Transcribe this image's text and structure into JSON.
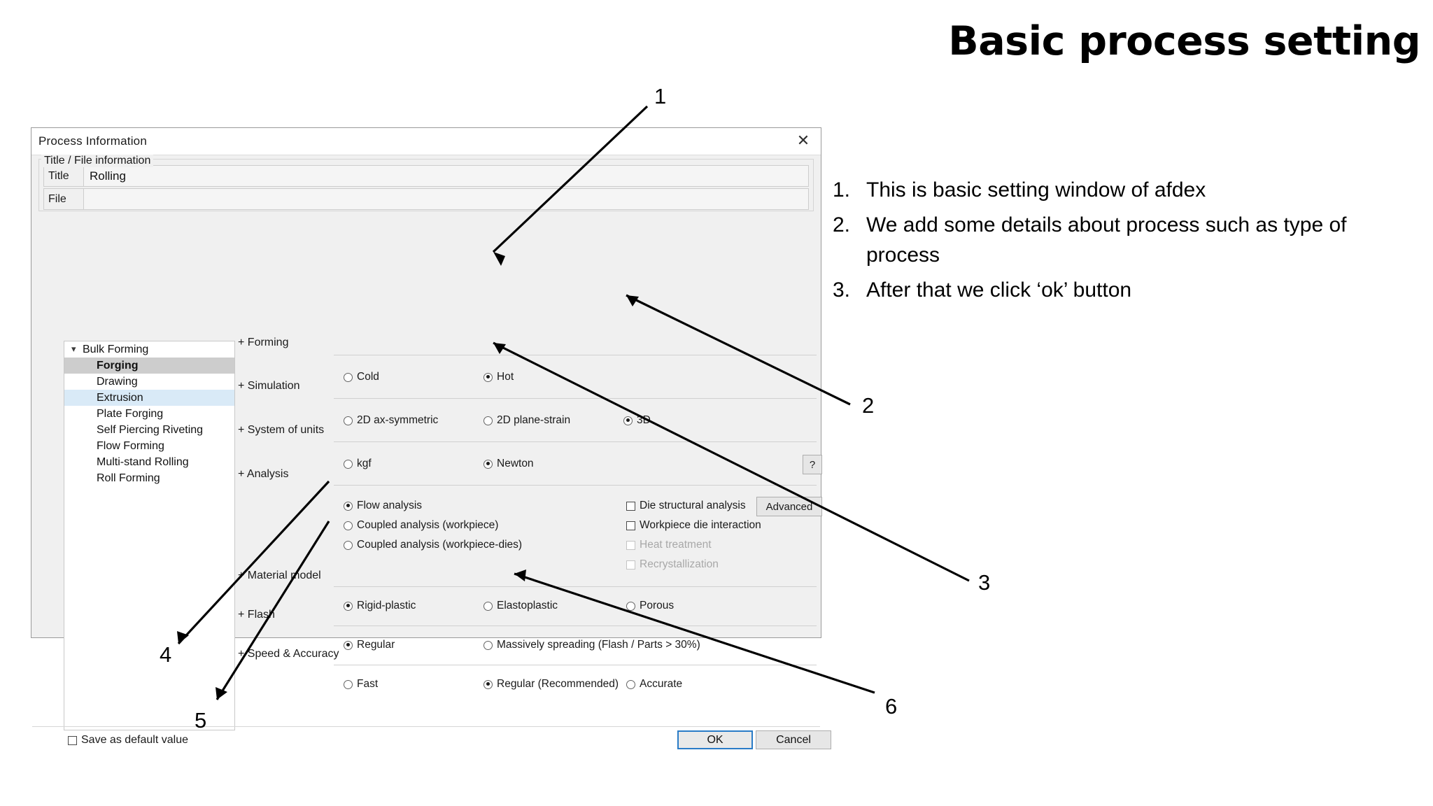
{
  "slide": {
    "title": "Basic process setting",
    "bullets": [
      {
        "num": "1.",
        "text": "This is basic setting window of afdex"
      },
      {
        "num": "2.",
        "text": "We add some details about process such as type of process"
      },
      {
        "num": "3.",
        "text": "After that we click ‘ok’ button"
      }
    ],
    "callouts": [
      {
        "label": "1"
      },
      {
        "label": "2"
      },
      {
        "label": "3"
      },
      {
        "label": "4"
      },
      {
        "label": "5"
      },
      {
        "label": "6"
      }
    ]
  },
  "dialog": {
    "title": "Process Information",
    "close_icon": "close-icon",
    "titlefile": {
      "legend": "Title / File information",
      "title_label": "Title",
      "title_value": "Rolling",
      "file_label": "File",
      "file_value": ""
    },
    "tree": {
      "root": "Bulk Forming",
      "caret_icon": "chevron-down-icon",
      "items": [
        {
          "label": "Forging",
          "state": "selected"
        },
        {
          "label": "Drawing",
          "state": "normal"
        },
        {
          "label": "Extrusion",
          "state": "highlight"
        },
        {
          "label": "Plate Forging",
          "state": "normal"
        },
        {
          "label": "Self Piercing Riveting",
          "state": "normal"
        },
        {
          "label": "Flow Forming",
          "state": "normal"
        },
        {
          "label": "Multi-stand Rolling",
          "state": "normal"
        },
        {
          "label": "Roll Forming",
          "state": "normal"
        }
      ]
    },
    "sections": [
      {
        "label": "+ Forming"
      },
      {
        "label": "+ Simulation"
      },
      {
        "label": "+ System of units"
      },
      {
        "label": "+ Analysis"
      },
      {
        "label": "+ Material model"
      },
      {
        "label": "+ Flash"
      },
      {
        "label": "+ Speed & Accuracy"
      }
    ],
    "forming": {
      "cold": "Cold",
      "hot": "Hot"
    },
    "simulation": {
      "ax": "2D ax-symmetric",
      "plane": "2D plane-strain",
      "threed": "3D"
    },
    "units": {
      "kgf": "kgf",
      "newton": "Newton",
      "help_label": "?"
    },
    "analysis": {
      "flow": "Flow analysis",
      "coupled_wp": "Coupled analysis (workpiece)",
      "coupled_wpd": "Coupled analysis (workpiece-dies)",
      "die_struct": "Die structural analysis",
      "wp_die": "Workpiece die interaction",
      "heat": "Heat treatment",
      "recryst": "Recrystallization",
      "advanced_label": "Advanced"
    },
    "material": {
      "rigid": "Rigid-plastic",
      "elasto": "Elastoplastic",
      "porous": "Porous"
    },
    "flash": {
      "regular": "Regular",
      "massive": "Massively spreading (Flash / Parts > 30%)"
    },
    "speed": {
      "fast": "Fast",
      "regular": "Regular (Recommended)",
      "accurate": "Accurate"
    },
    "footer": {
      "save_default": "Save as default value",
      "ok": "OK",
      "cancel": "Cancel"
    }
  },
  "colors": {
    "dialog_bg": "#f0f0f0",
    "selection_grey": "#cdcdcd",
    "highlight_blue": "#d9eaf7",
    "ok_border": "#2a7cc7"
  }
}
